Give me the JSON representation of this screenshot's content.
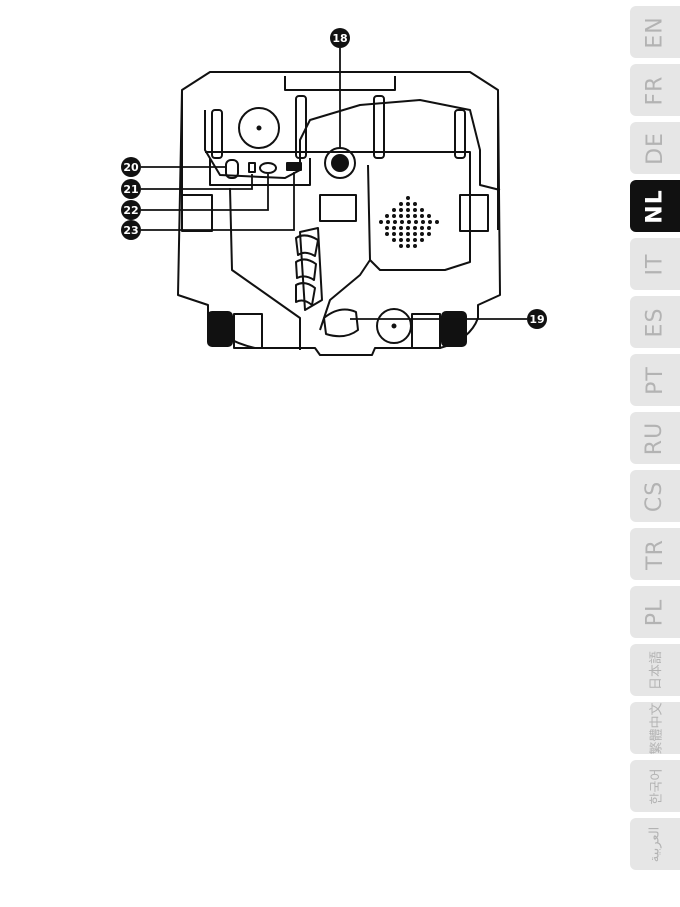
{
  "figure": {
    "callouts": [
      {
        "id": "18",
        "label": "18"
      },
      {
        "id": "19",
        "label": "19"
      },
      {
        "id": "20",
        "label": "20"
      },
      {
        "id": "21",
        "label": "21"
      },
      {
        "id": "22",
        "label": "22"
      },
      {
        "id": "23",
        "label": "23"
      }
    ]
  },
  "language_tabs": [
    {
      "label": "EN",
      "active": false
    },
    {
      "label": "FR",
      "active": false
    },
    {
      "label": "DE",
      "active": false
    },
    {
      "label": "NL",
      "active": true
    },
    {
      "label": "IT",
      "active": false
    },
    {
      "label": "ES",
      "active": false
    },
    {
      "label": "PT",
      "active": false
    },
    {
      "label": "RU",
      "active": false
    },
    {
      "label": "CS",
      "active": false
    },
    {
      "label": "TR",
      "active": false
    },
    {
      "label": "PL",
      "active": false
    },
    {
      "label": "日本語",
      "active": false
    },
    {
      "label": "繁體中文",
      "active": false
    },
    {
      "label": "한국어",
      "active": false
    },
    {
      "label": "العربية",
      "active": false
    }
  ]
}
